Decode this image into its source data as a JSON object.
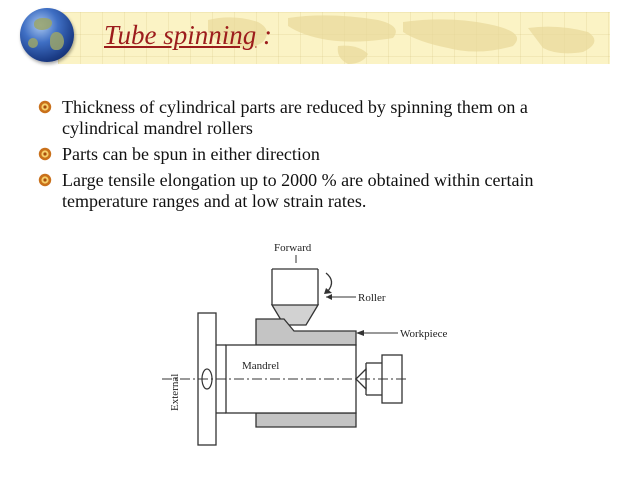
{
  "title": {
    "main": "Tube spinning",
    "suffix": " :"
  },
  "bullets": [
    "Thickness of cylindrical parts are reduced by spinning them on a cylindrical mandrel rollers",
    "Parts can be spun in either direction",
    "Large tensile elongation up to 2000 % are obtained within certain temperature ranges and at low strain rates."
  ],
  "figure": {
    "labels": {
      "forward": "Forward",
      "roller": "Roller",
      "workpiece": "Workpiece",
      "mandrel": "Mandrel",
      "external": "External"
    }
  },
  "colors": {
    "title": "#9c1c1c",
    "band": "#fbf3c5",
    "bullet": "#c9701a"
  },
  "icons": {
    "logo": "globe-icon",
    "bullet": "sun-bullet-icon"
  }
}
